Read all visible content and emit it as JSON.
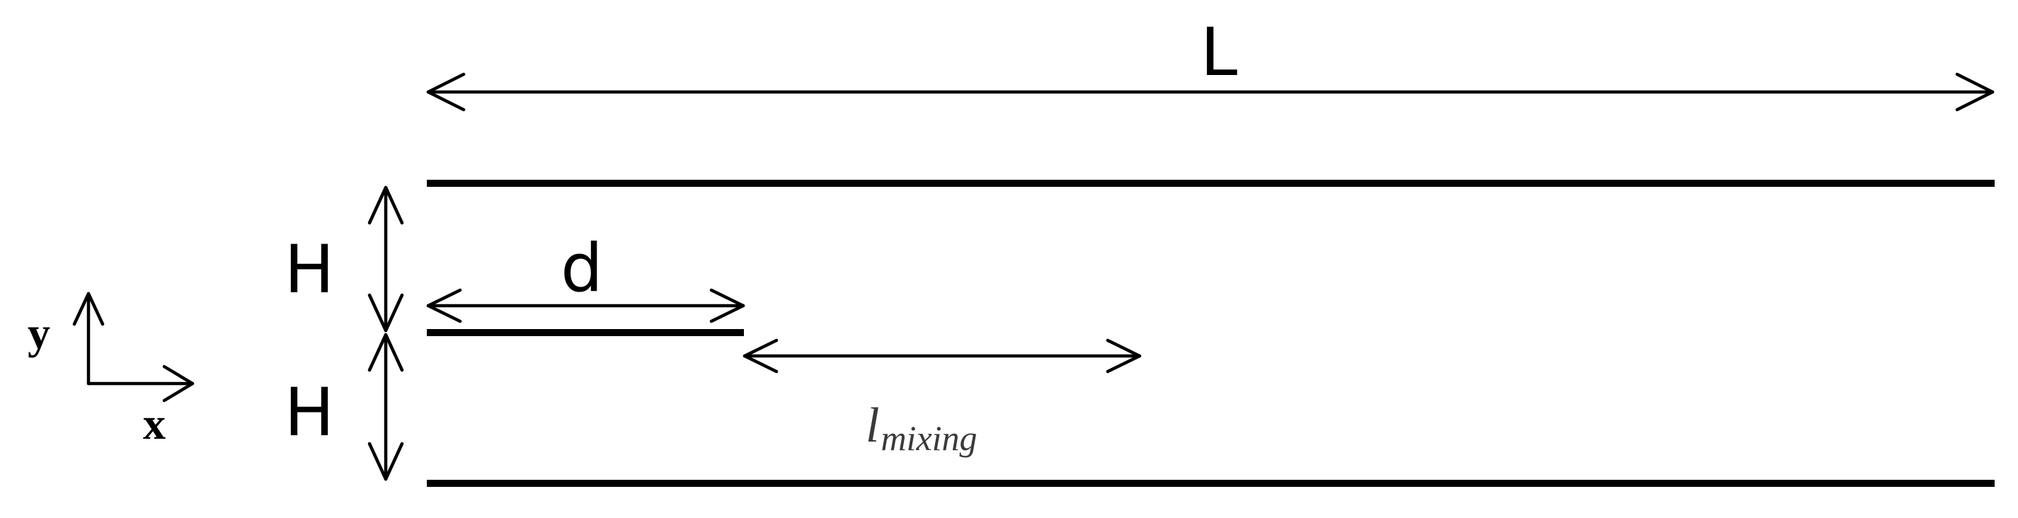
{
  "labels": {
    "length": "L",
    "height_top": "H",
    "height_bottom": "H",
    "splitter": "d",
    "mixing_base": "l",
    "mixing_sub": "mixing",
    "axis_y": "y",
    "axis_x": "x"
  },
  "colors": {
    "stroke": "#000000",
    "text": "#000000",
    "italic_text": "#3a3a3a",
    "background": "#ffffff"
  }
}
